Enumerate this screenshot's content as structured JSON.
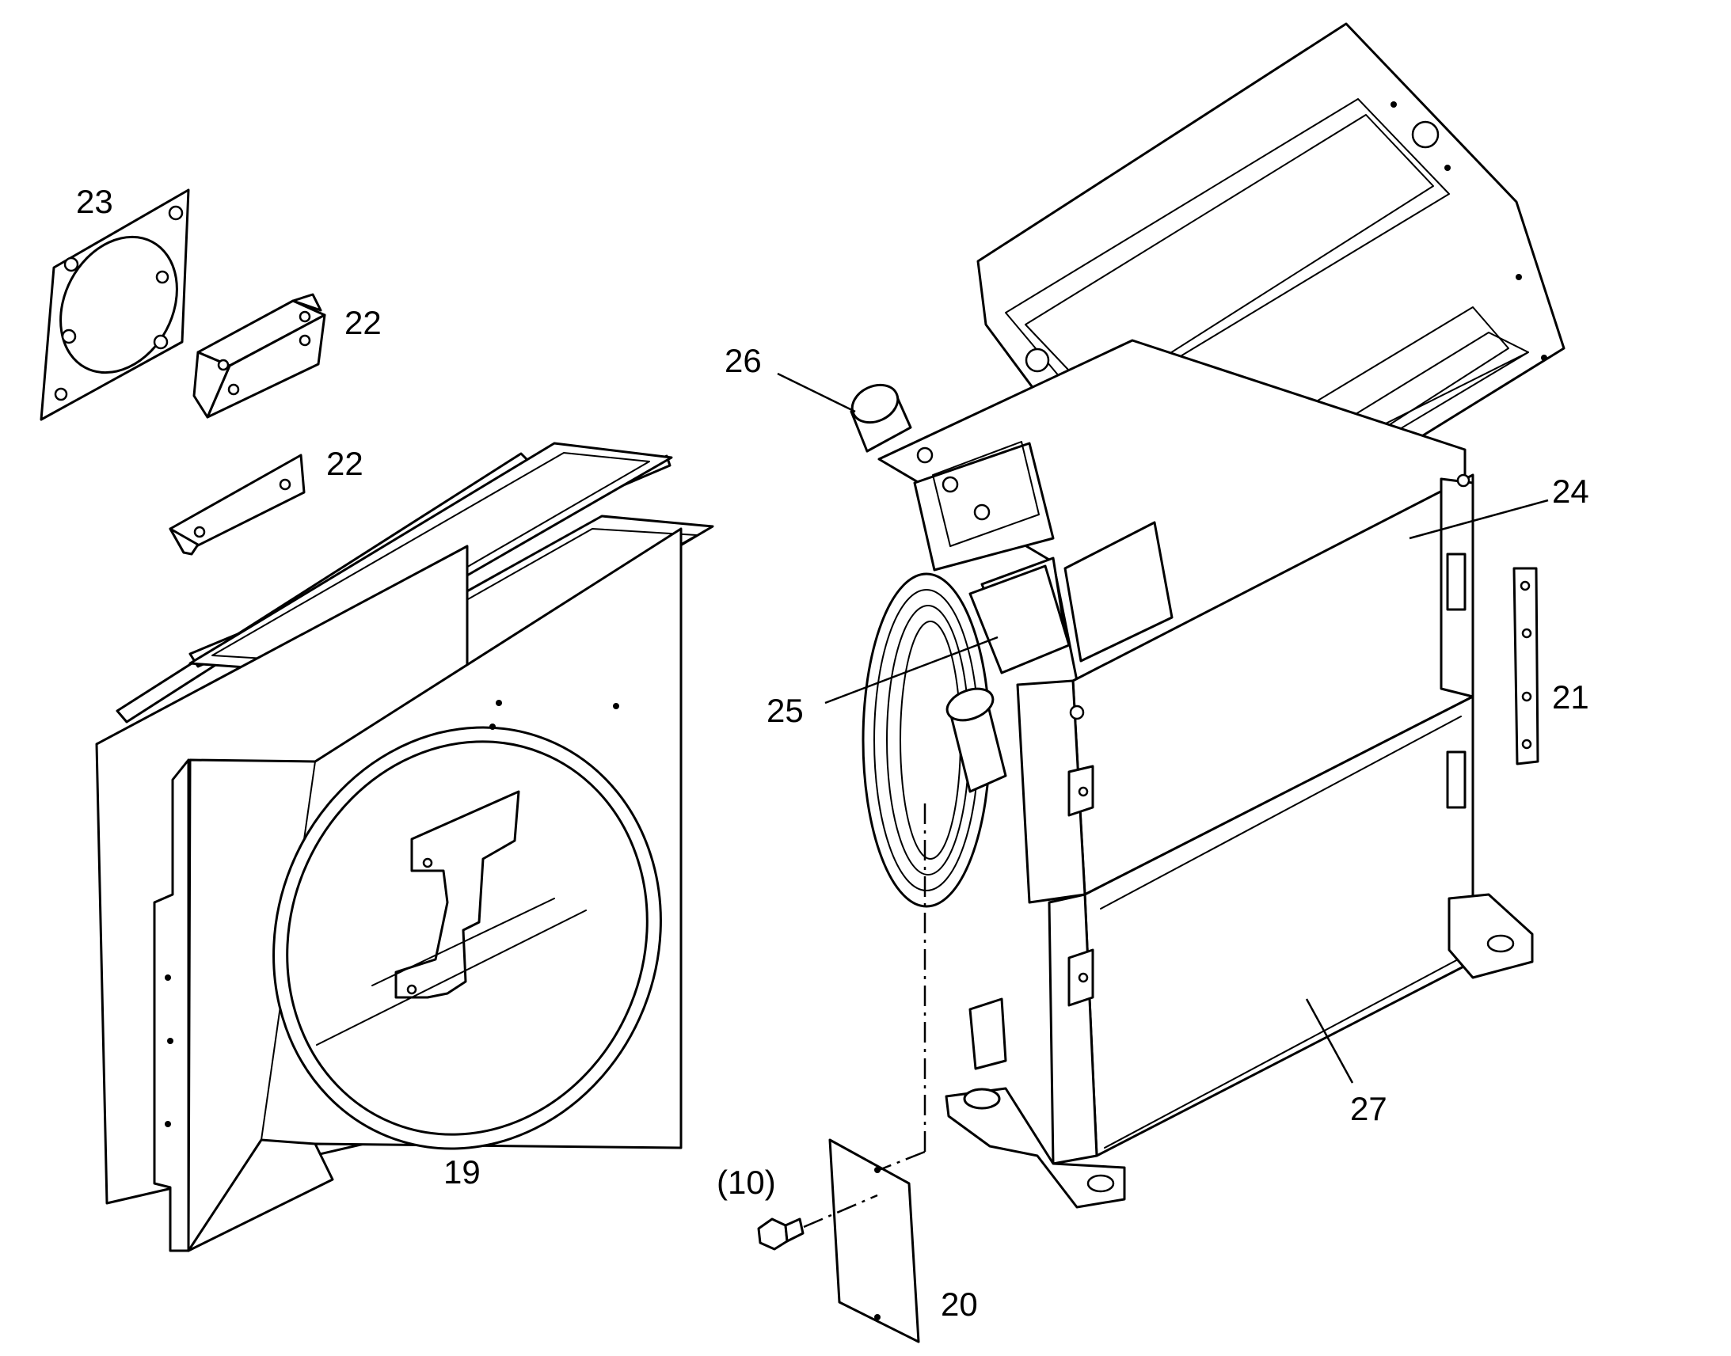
{
  "callouts": {
    "c19": "19",
    "c20": "20",
    "c21": "21",
    "c22a": "22",
    "c22b": "22",
    "c23": "23",
    "c24": "24",
    "c25": "25",
    "c26": "26",
    "c27": "27",
    "c10": "(10)"
  },
  "colors": {
    "line": "#000000",
    "background": "#ffffff"
  }
}
